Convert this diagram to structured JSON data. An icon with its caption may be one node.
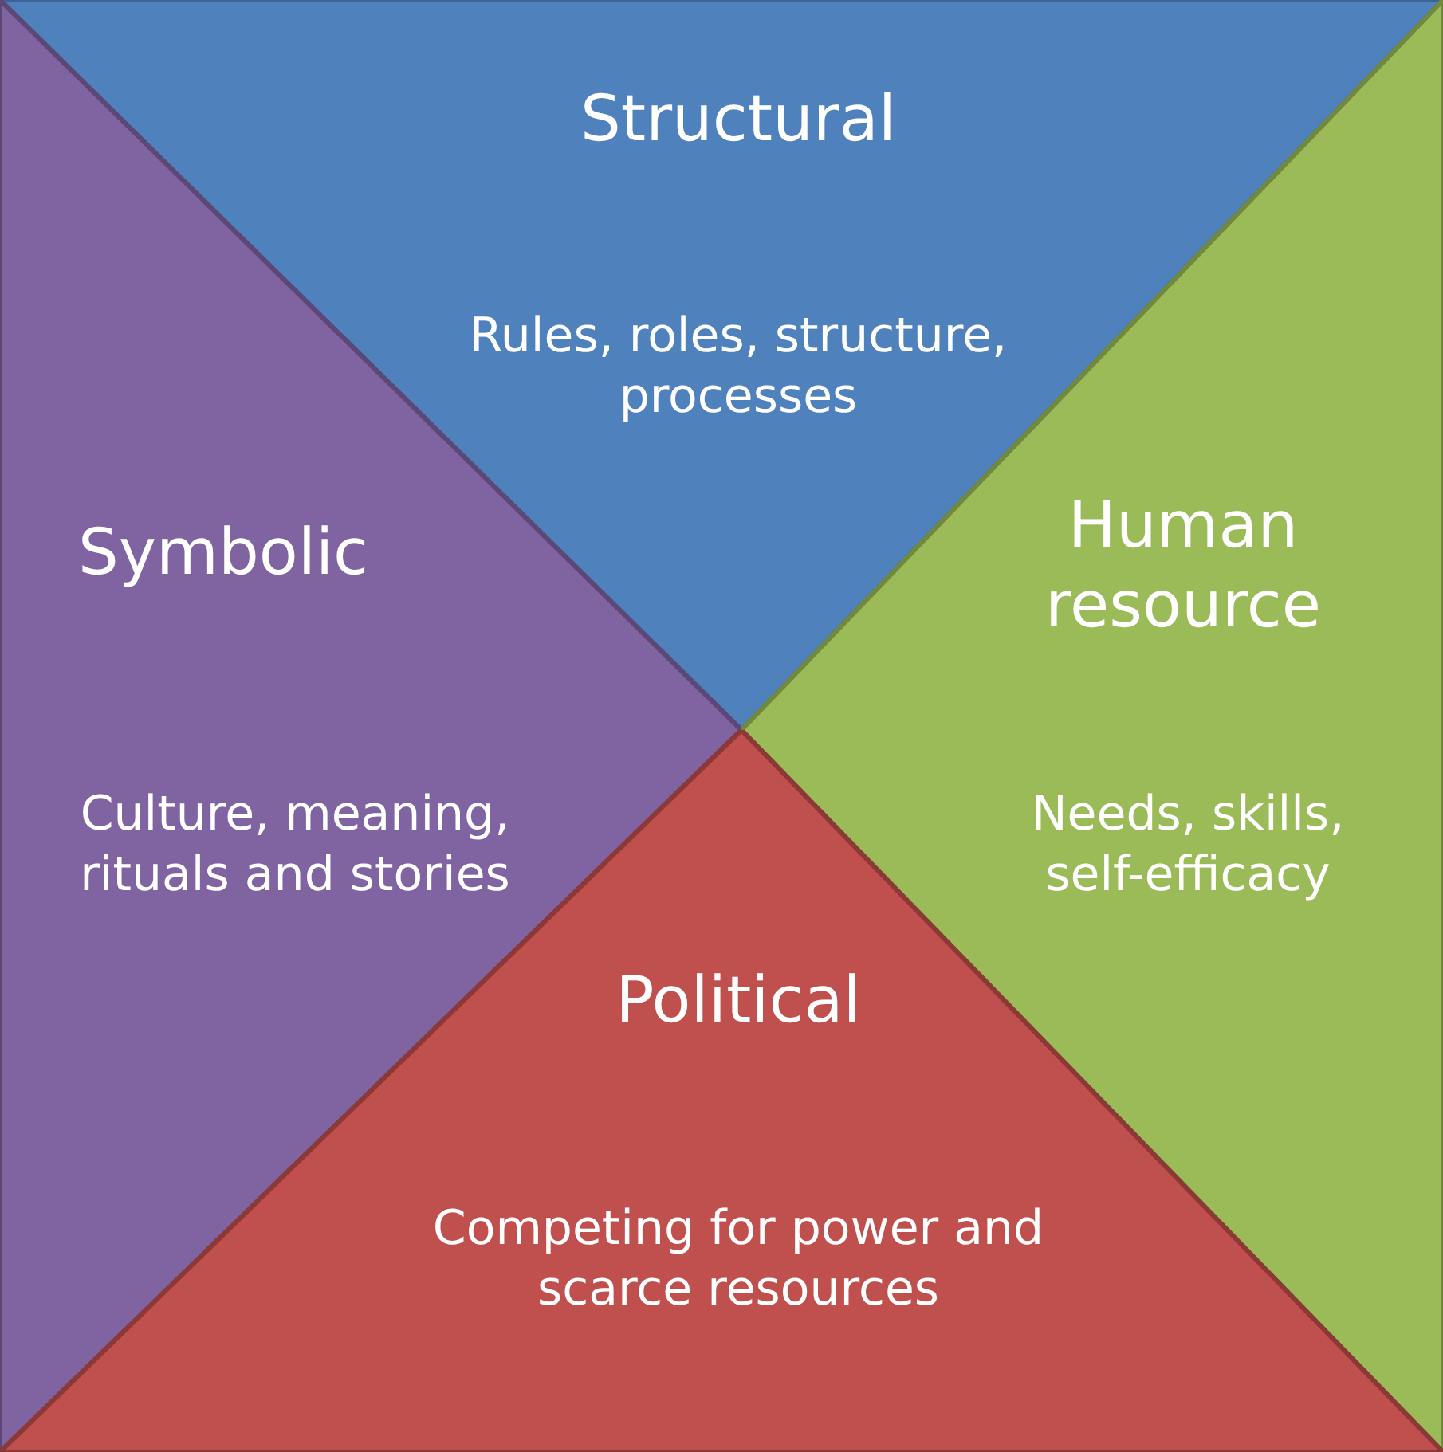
{
  "diagram": {
    "nodes": [
      {
        "text": [
          "Structural",
          "Rules, roles, structure, processes"
        ]
      },
      {
        "text": [
          "Symbolic",
          "Culture, meaning, rituals and stories"
        ]
      },
      {
        "text": [
          "Human resource",
          "Needs, skills, self-efficacy"
        ]
      },
      {
        "text": [
          "Political",
          "Competing for power and scarce resources"
        ]
      }
    ]
  }
}
